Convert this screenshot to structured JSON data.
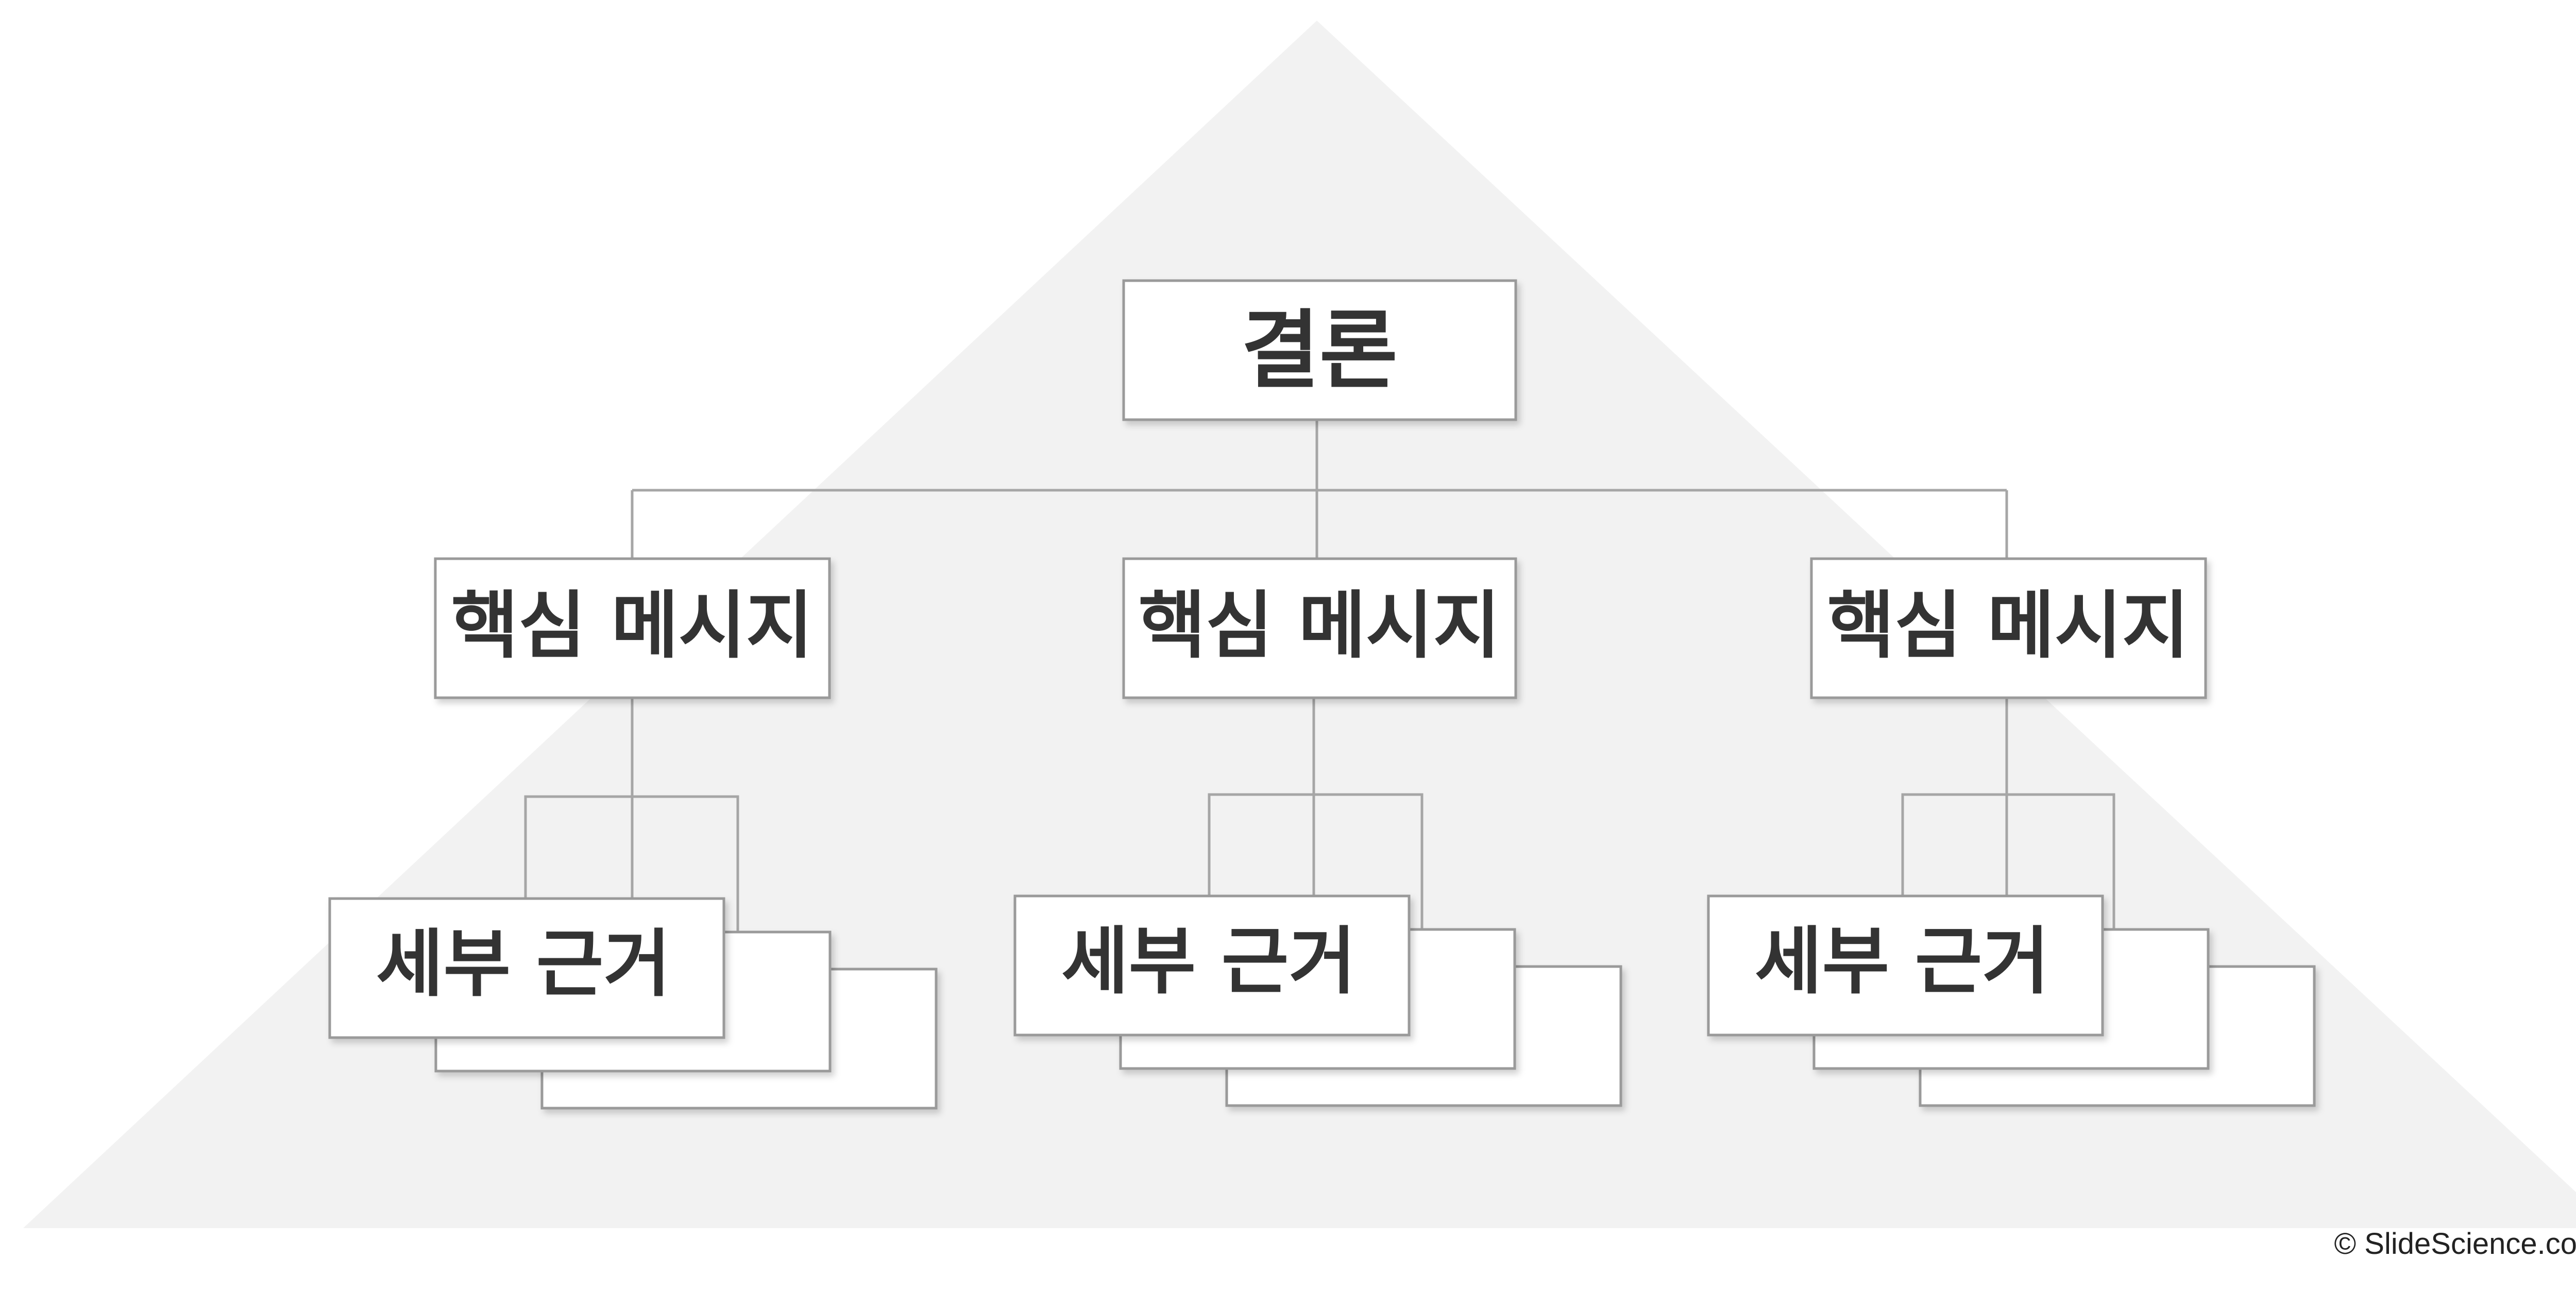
{
  "diagram": {
    "colors": {
      "background": "#ffffff",
      "pyramid": "#f2f2f2",
      "box_fill": "#ffffff",
      "box_stroke": "#9a9a9a",
      "connector": "#a6a6a6",
      "text": "#333333"
    },
    "root": {
      "label": "결론"
    },
    "key_messages": [
      {
        "label": "핵심 메시지",
        "evidence": {
          "label": "세부 근거"
        }
      },
      {
        "label": "핵심 메시지",
        "evidence": {
          "label": "세부 근거"
        }
      },
      {
        "label": "핵심 메시지",
        "evidence": {
          "label": "세부 근거"
        }
      }
    ]
  },
  "footer": {
    "credit": "© SlideScience.co"
  }
}
